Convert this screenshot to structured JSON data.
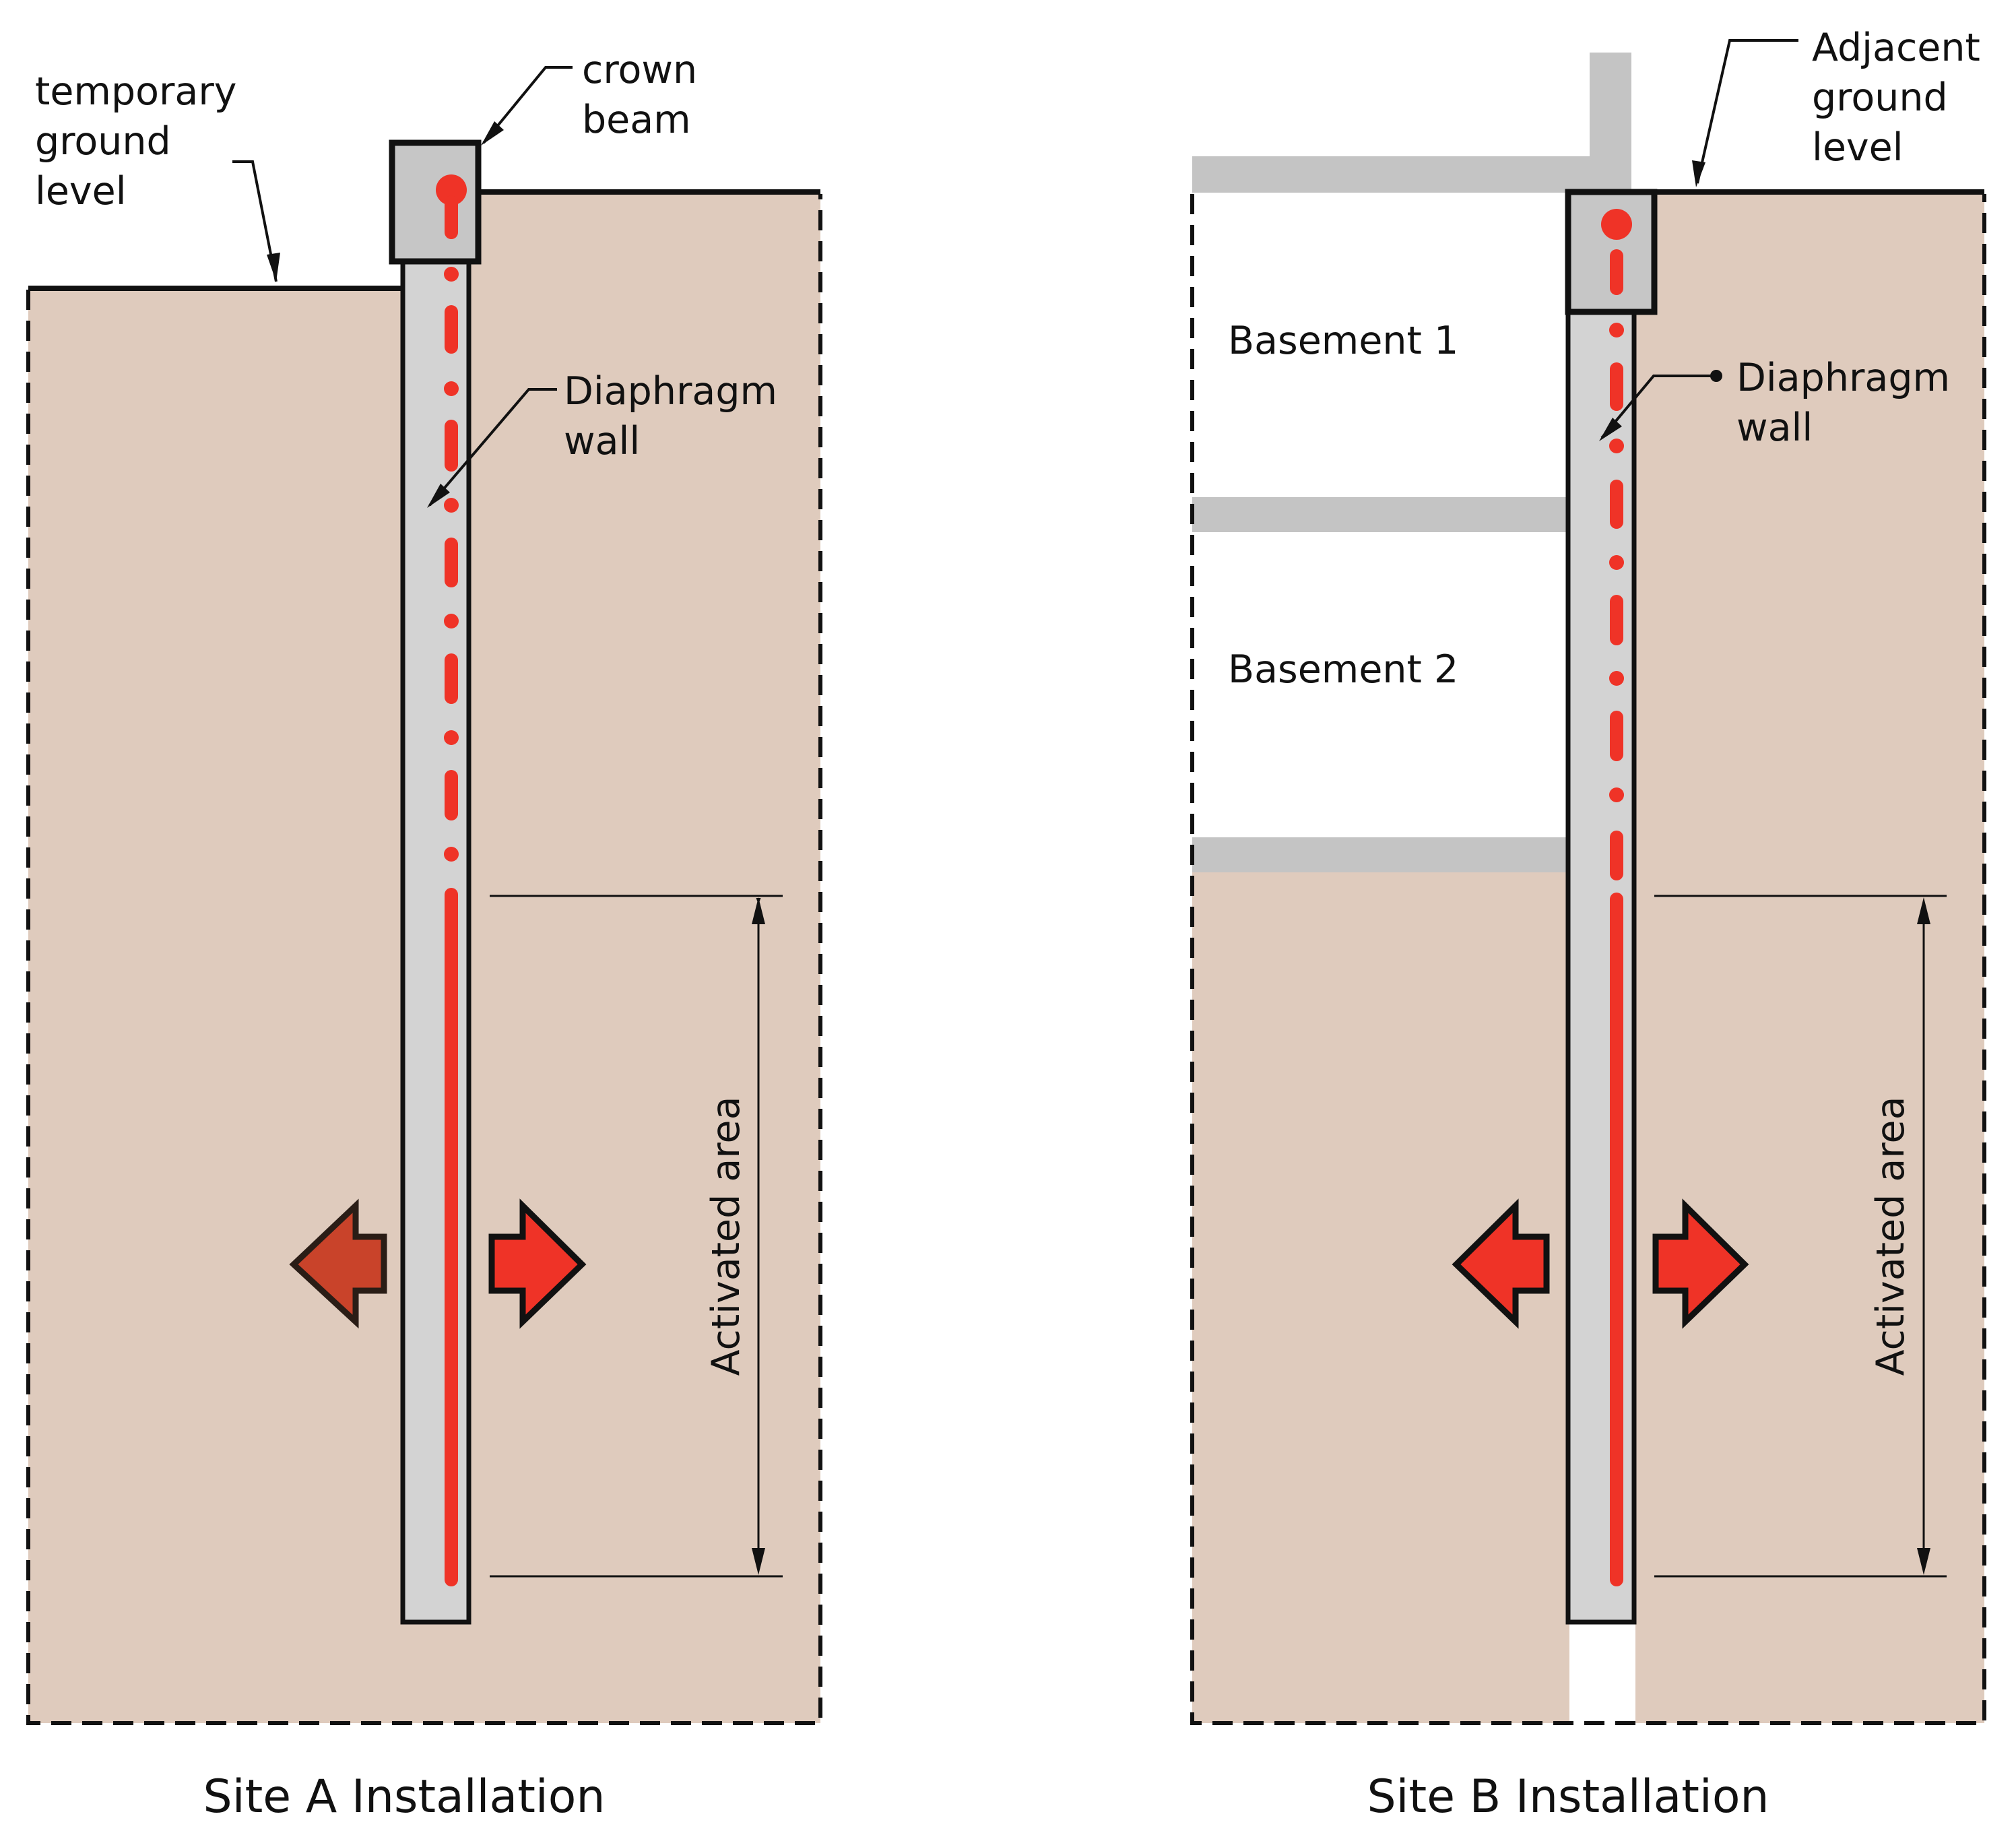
{
  "colors": {
    "soil": "#dfcbbd",
    "wall": "#d3d3d3",
    "slab": "#c4c4c4",
    "crown": "#c6c6c6",
    "fibre": "#ef3327",
    "arrow_red": "#ef3327",
    "arrow_brown": "#c9432a",
    "ink": "#111111"
  },
  "site_a": {
    "caption": "Site A Installation",
    "labels": {
      "temporary_ground_level": [
        "temporary",
        "ground",
        "level"
      ],
      "crown_beam": [
        "crown",
        "beam"
      ],
      "diaphragm_wall": [
        "Diaphragm",
        "wall"
      ],
      "activated_area": "Activated area"
    }
  },
  "site_b": {
    "caption": "Site B Installation",
    "labels": {
      "adjacent_ground_level": [
        "Adjacent",
        "ground",
        "level"
      ],
      "diaphragm_wall": [
        "Diaphragm",
        "wall"
      ],
      "basement_1": "Basement 1",
      "basement_2": "Basement 2",
      "activated_area": "Activated area"
    }
  }
}
